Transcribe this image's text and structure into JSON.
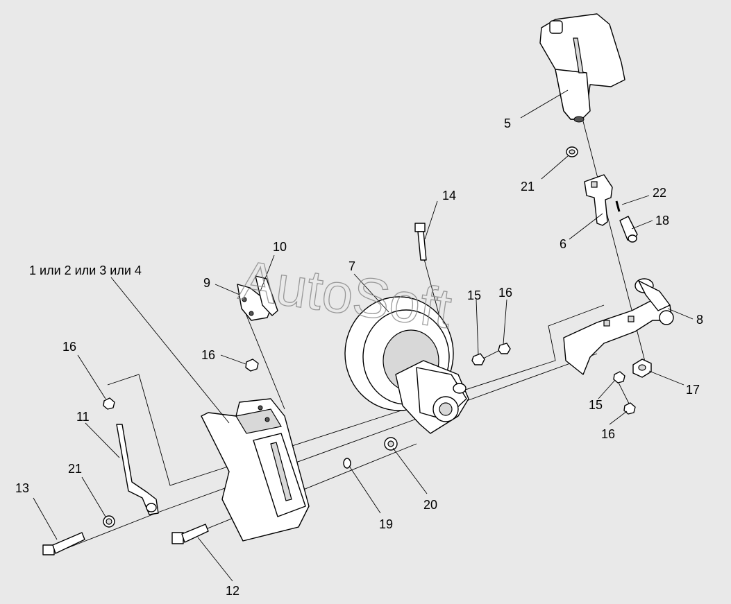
{
  "watermark": "AutoSoft",
  "callouts": {
    "c1": "1 или 2 или 3 или 4",
    "c5": "5",
    "c6": "6",
    "c7": "7",
    "c8": "8",
    "c9": "9",
    "c10": "10",
    "c11": "11",
    "c12": "12",
    "c13": "13",
    "c14": "14",
    "c15a": "15",
    "c15b": "15",
    "c16a": "16",
    "c16b": "16",
    "c16c": "16",
    "c16d": "16",
    "c17": "17",
    "c18": "18",
    "c19": "19",
    "c20": "20",
    "c21a": "21",
    "c21b": "21",
    "c22": "22"
  }
}
